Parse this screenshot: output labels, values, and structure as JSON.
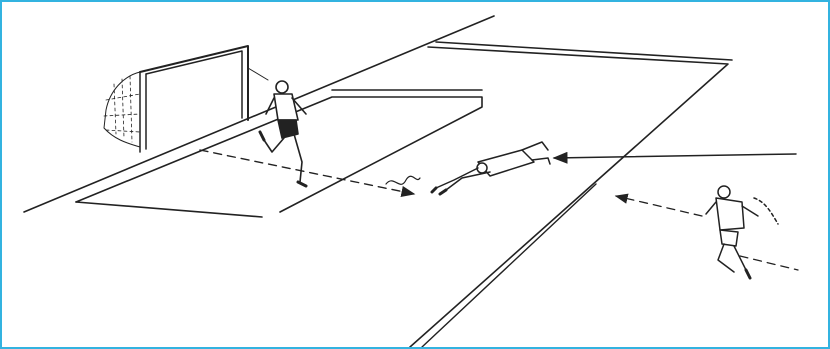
{
  "figure": {
    "border_color": "#33b3e0",
    "ink_color": "#222222",
    "background_color": "#ffffff"
  },
  "scene": {
    "subject": "football-pitch-penalty-area-sketch",
    "figures": [
      {
        "role": "attacker-near-goal"
      },
      {
        "role": "diving-goalkeeper"
      },
      {
        "role": "kicking-player"
      }
    ],
    "arrows": [
      {
        "style": "solid",
        "direction": "leftward"
      },
      {
        "style": "dashed",
        "direction": "leftward"
      },
      {
        "style": "dashed",
        "direction": "rightward"
      }
    ]
  }
}
